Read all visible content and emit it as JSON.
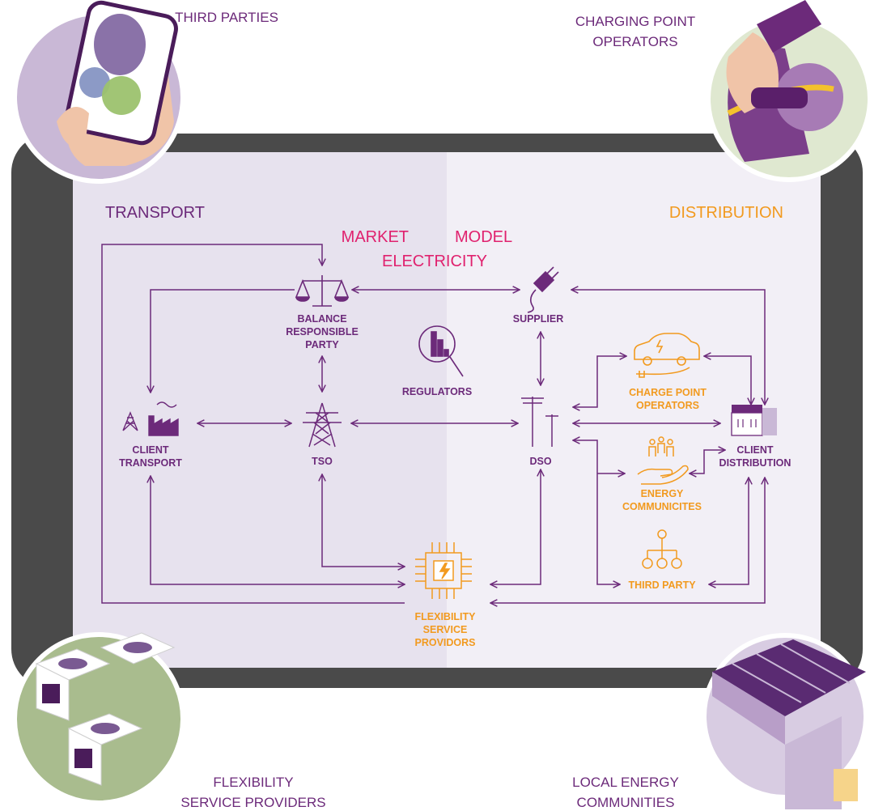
{
  "corners": {
    "top_left": "THIRD PARTIES",
    "top_right_line1": "CHARGING POINT",
    "top_right_line2": "OPERATORS",
    "bottom_left_line1": "FLEXIBILITY",
    "bottom_left_line2": "SERVICE PROVIDERS",
    "bottom_right_line1": "LOCAL ENERGY",
    "bottom_right_line2": "COMMUNITIES"
  },
  "headings": {
    "transport": "TRANSPORT",
    "distribution": "DISTRIBUTION",
    "title_part1": "MARKET",
    "title_part2": "MODEL",
    "title_line2": "ELECTRICITY"
  },
  "nodes": {
    "brp": [
      "BALANCE",
      "RESPONSIBLE",
      "PARTY"
    ],
    "supplier": [
      "SUPPLIER"
    ],
    "regulators": [
      "REGULATORS"
    ],
    "client_transport": [
      "CLIENT",
      "TRANSPORT"
    ],
    "tso": [
      "TSO"
    ],
    "dso": [
      "DSO"
    ],
    "cpo": [
      "CHARGE POINT",
      "OPERATORS"
    ],
    "client_distribution": [
      "CLIENT",
      "DISTRIBUTION"
    ],
    "energy_communities": [
      "ENERGY",
      "COMMUNICITES"
    ],
    "third_party": [
      "THIRD PARTY"
    ],
    "fsp": [
      "FLEXIBILITY",
      "SERVICE",
      "PROVIDORS"
    ]
  },
  "colors": {
    "purple": "#6c2a7a",
    "orange": "#f29a1f",
    "magenta": "#e0216e",
    "tablet": "#4a4a4a",
    "screen_left": "#e7e2ee",
    "screen_right": "#f2eff6",
    "circle_fill": "#c7b3d3"
  }
}
